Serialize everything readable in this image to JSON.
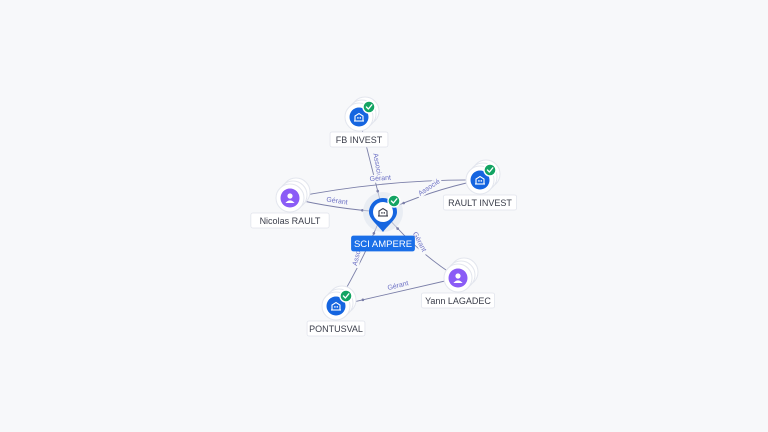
{
  "colors": {
    "background": "#f7f8fa",
    "company": "#1565e0",
    "person": "#8b5cf6",
    "check": "#13a463",
    "edge": "#7b7fa8",
    "edge_label": "#6b6fc4",
    "center_label_bg": "#1a6fe8"
  },
  "center": {
    "id": "sci-ampere",
    "label": "SCI AMPERE",
    "type": "company",
    "icon": "building-icon",
    "verified": true
  },
  "nodes": [
    {
      "id": "fb-invest",
      "label": "FB INVEST",
      "type": "company",
      "icon": "building-icon",
      "verified": true
    },
    {
      "id": "rault-invest",
      "label": "RAULT INVEST",
      "type": "company",
      "icon": "building-icon",
      "verified": true
    },
    {
      "id": "nicolas-rault",
      "label": "Nicolas RAULT",
      "type": "person",
      "icon": "person-icon",
      "verified": false
    },
    {
      "id": "yann-lagadec",
      "label": "Yann LAGADEC",
      "type": "person",
      "icon": "person-icon",
      "verified": false
    },
    {
      "id": "pontusval",
      "label": "PONTUSVAL",
      "type": "company",
      "icon": "building-icon",
      "verified": true
    }
  ],
  "edges": [
    {
      "id": "fb-to-center",
      "from": "fb-invest",
      "to": "sci-ampere",
      "label": "Associé"
    },
    {
      "id": "rault-invest-to-center",
      "from": "rault-invest",
      "to": "sci-ampere",
      "label": "Associé"
    },
    {
      "id": "nicolas-to-center",
      "from": "nicolas-rault",
      "to": "sci-ampere",
      "label": "Gérant"
    },
    {
      "id": "nicolas-to-rault-invest",
      "from": "nicolas-rault",
      "to": "rault-invest",
      "label": "Gérant"
    },
    {
      "id": "yann-to-center",
      "from": "yann-lagadec",
      "to": "sci-ampere",
      "label": "Gérant"
    },
    {
      "id": "pontusval-to-center",
      "from": "pontusval",
      "to": "sci-ampere",
      "label": "Associé"
    },
    {
      "id": "yann-to-pontusval",
      "from": "yann-lagadec",
      "to": "pontusval",
      "label": "Gérant"
    }
  ]
}
